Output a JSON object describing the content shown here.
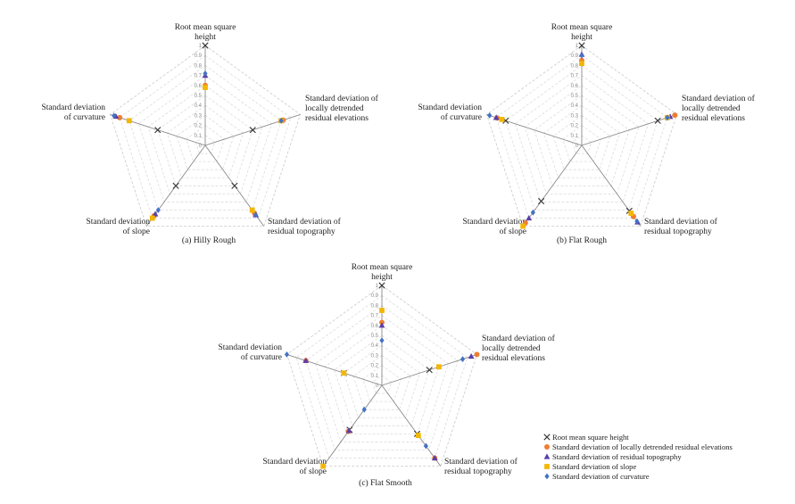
{
  "chart_data": [
    {
      "type": "radar",
      "title": "(a) Hilly Rough",
      "axes": [
        "Root mean square height",
        "Standard deviation of locally detrended residual elevations",
        "Standard deviation of residual topography",
        "Standard deviation of slope",
        "Standard deviation of curvature"
      ],
      "r_ticks": [
        "0",
        "0.1",
        "0.2",
        "0.3",
        "0.4",
        "0.5",
        "0.6",
        "0.7",
        "0.8",
        "0.9",
        "1"
      ],
      "rlim": [
        0,
        1
      ],
      "grid": true,
      "series": [
        {
          "name": "Root mean square height",
          "values": [
            1.0,
            0.5,
            0.5,
            0.5,
            0.5
          ]
        },
        {
          "name": "Standard deviation of locally detrended residual elevations",
          "values": [
            0.6,
            0.82,
            0.84,
            0.87,
            0.9
          ]
        },
        {
          "name": "Standard deviation of residual topography",
          "values": [
            0.7,
            0.8,
            0.86,
            0.85,
            0.94
          ]
        },
        {
          "name": "Standard deviation of slope",
          "values": [
            0.58,
            0.8,
            0.8,
            0.9,
            0.8
          ]
        },
        {
          "name": "Standard deviation of curvature",
          "values": [
            0.72,
            0.8,
            0.86,
            0.8,
            0.96
          ]
        }
      ]
    },
    {
      "type": "radar",
      "title": "(b) Flat Rough",
      "axes": [
        "Root mean square height",
        "Standard deviation of locally detrended residual elevations",
        "Standard deviation of residual topography",
        "Standard deviation of slope",
        "Standard deviation of curvature"
      ],
      "r_ticks": [
        "0",
        "0.1",
        "0.2",
        "0.3",
        "0.4",
        "0.5",
        "0.6",
        "0.7",
        "0.8",
        "0.9",
        "1"
      ],
      "rlim": [
        0,
        1
      ],
      "grid": true,
      "series": [
        {
          "name": "Root mean square height",
          "values": [
            1.0,
            0.8,
            0.81,
            0.69,
            0.8
          ]
        },
        {
          "name": "Standard deviation of locally detrended residual elevations",
          "values": [
            0.85,
            0.98,
            0.88,
            0.96,
            0.89
          ]
        },
        {
          "name": "Standard deviation of residual topography",
          "values": [
            0.91,
            0.93,
            0.95,
            0.9,
            0.9
          ]
        },
        {
          "name": "Standard deviation of slope",
          "values": [
            0.82,
            0.9,
            0.84,
            1.0,
            0.84
          ]
        },
        {
          "name": "Standard deviation of curvature",
          "values": [
            0.9,
            0.9,
            0.94,
            0.83,
            0.97
          ]
        }
      ]
    },
    {
      "type": "radar",
      "title": "(c) Flat Smooth",
      "axes": [
        "Root mean square height",
        "Standard deviation of locally detrended residual elevations",
        "Standard deviation of residual topography",
        "Standard deviation of slope",
        "Standard deviation of curvature"
      ],
      "r_ticks": [
        "0",
        "0.1",
        "0.2",
        "0.3",
        "0.4",
        "0.5",
        "0.6",
        "0.7",
        "0.8",
        "0.9",
        "1"
      ],
      "rlim": [
        0,
        1
      ],
      "grid": true,
      "series": [
        {
          "name": "Root mean square height",
          "values": [
            1.0,
            0.5,
            0.6,
            0.55,
            0.4
          ]
        },
        {
          "name": "Standard deviation of locally detrended residual elevations",
          "values": [
            0.63,
            1.0,
            0.9,
            0.57,
            0.8
          ]
        },
        {
          "name": "Standard deviation of residual topography",
          "values": [
            0.6,
            0.94,
            0.9,
            0.56,
            0.8
          ]
        },
        {
          "name": "Standard deviation of slope",
          "values": [
            0.75,
            0.6,
            0.62,
            1.0,
            0.4
          ]
        },
        {
          "name": "Standard deviation of curvature",
          "values": [
            0.45,
            0.85,
            0.75,
            0.3,
            1.0
          ]
        }
      ]
    }
  ],
  "axis_labels": {
    "rms": [
      "Root mean square",
      "height"
    ],
    "locally": [
      "Standard deviation of",
      "locally detrended",
      "residual elevations"
    ],
    "residual": [
      "Standard deviation of",
      "residual topography"
    ],
    "slope": [
      "Standard deviation",
      "of slope"
    ],
    "curvature": [
      "Standard deviation",
      "of curvature"
    ]
  },
  "legend": {
    "items": [
      {
        "label": "Root mean square height",
        "symbol": "cross",
        "color": "#333333"
      },
      {
        "label": "Standard deviation of locally detrended residual elevations",
        "symbol": "circle",
        "color": "#ED7D31"
      },
      {
        "label": "Standard deviation of residual topography",
        "symbol": "triangle",
        "color": "#5B3FA8"
      },
      {
        "label": "Standard deviation of slope",
        "symbol": "square",
        "color": "#F2B705"
      },
      {
        "label": "Standard deviation of curvature",
        "symbol": "diamond",
        "color": "#4472C4"
      }
    ]
  }
}
